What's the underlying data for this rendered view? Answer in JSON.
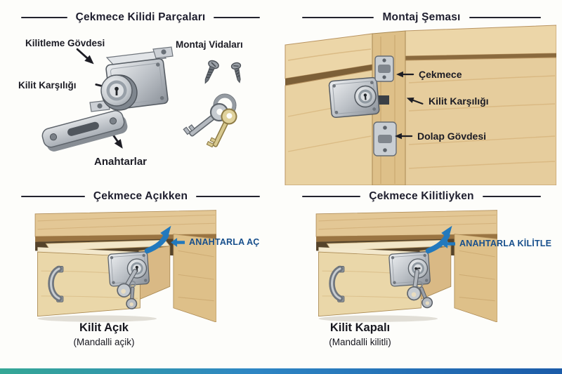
{
  "colors": {
    "accent_blue": "#2279bd",
    "action_text": "#174f8c",
    "title_text": "#1e1e2e",
    "wood_light": "#ead7a9",
    "wood_mid": "#dec089",
    "metal": "#b9bec4"
  },
  "panels": {
    "parts": {
      "title": "Çekmece Kilidi Parçaları",
      "label_body": "Kilitleme Gövdesi",
      "label_screws": "Montaj Vidaları",
      "label_strike": "Kilit Karşılığı",
      "label_keys": "Anahtarlar"
    },
    "montaj": {
      "title": "Montaj Şeması",
      "label_drawer": "Çekmece",
      "label_strike": "Kilit Karşılığı",
      "label_cabinet": "Dolap Gövdesi"
    },
    "open": {
      "title": "Çekmece Açıkken",
      "action": "ANAHTARLA AÇ",
      "caption": "Kilit Açık",
      "subcaption": "(Mandalli açik)"
    },
    "locked": {
      "title": "Çekmece Kilitliyken",
      "action": "ANAHTARLA KİLİTLE",
      "caption": "Kilit Kapalı",
      "subcaption": "(Mandalli kilitli)"
    }
  }
}
